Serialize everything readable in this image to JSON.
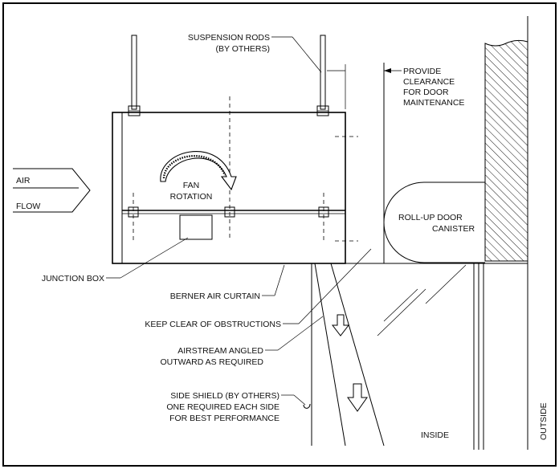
{
  "labels": {
    "suspension_rods_1": "SUSPENSION RODS",
    "suspension_rods_2": "(BY OTHERS)",
    "clearance_1": "PROVIDE",
    "clearance_2": "CLEARANCE",
    "clearance_3": "FOR DOOR",
    "clearance_4": "MAINTENANCE",
    "air": "AIR",
    "flow": "FLOW",
    "fan_1": "FAN",
    "fan_2": "ROTATION",
    "canister_1": "ROLL-UP DOOR",
    "canister_2": "CANISTER",
    "junction_box": "JUNCTION BOX",
    "air_curtain": "BERNER AIR CURTAIN",
    "keep_clear": "KEEP CLEAR OF  OBSTRUCTIONS",
    "airstream_1": "AIRSTREAM ANGLED",
    "airstream_2": "OUTWARD AS REQUIRED",
    "shield_1": "SIDE SHIELD (BY OTHERS)",
    "shield_2": "ONE REQUIRED EACH SIDE",
    "shield_3": "FOR BEST PERFORMANCE",
    "inside": "INSIDE",
    "outside": "OUTSIDE"
  },
  "colors": {
    "line": "#000000",
    "background": "#ffffff"
  }
}
